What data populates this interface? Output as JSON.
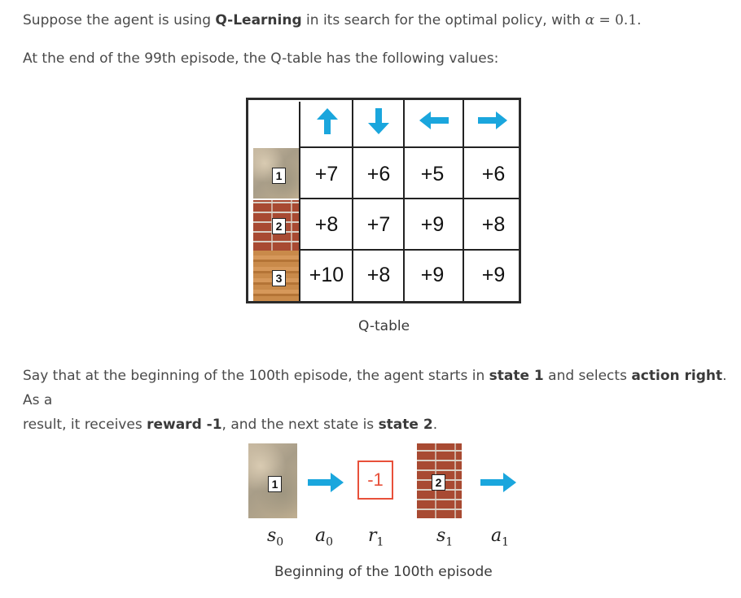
{
  "intro": {
    "part1": "Suppose the agent is using ",
    "method": "Q-Learning",
    "part2": " in its search for the optimal policy, with ",
    "alpha_symbol": "α",
    "alpha_equals": " = 0.1."
  },
  "para2": "At the end of the 99th episode, the Q-table has the following values:",
  "qtable": {
    "caption": "Q-table",
    "actions": [
      "up-arrow-icon",
      "down-arrow-icon",
      "left-arrow-icon",
      "right-arrow-icon"
    ],
    "arrow_color": "#1aa6dd",
    "states": [
      "1",
      "2",
      "3"
    ],
    "rows": [
      [
        "+7",
        "+6",
        "+5",
        "+6"
      ],
      [
        "+8",
        "+7",
        "+9",
        "+8"
      ],
      [
        "+10",
        "+8",
        "+9",
        "+9"
      ]
    ]
  },
  "para3": {
    "p1": "Say that at the beginning of the 100th episode, the agent starts in ",
    "state1": "state 1",
    "p2": " and selects ",
    "action": "action right",
    "p3": ". As a",
    "p4": "result, it receives ",
    "reward": "reward -1",
    "p5": ", and the next state is ",
    "state2": "state 2",
    "p6": "."
  },
  "episode": {
    "s0_tile": "1",
    "reward_value": "-1",
    "s1_tile": "2",
    "labels": {
      "s0": {
        "base": "s",
        "sub": "0"
      },
      "a0": {
        "base": "a",
        "sub": "0"
      },
      "r1": {
        "base": "r",
        "sub": "1"
      },
      "s1": {
        "base": "s",
        "sub": "1"
      },
      "a1": {
        "base": "a",
        "sub": "1"
      }
    },
    "caption": "Beginning of the 100th episode",
    "reward_color": "#e8503a"
  }
}
